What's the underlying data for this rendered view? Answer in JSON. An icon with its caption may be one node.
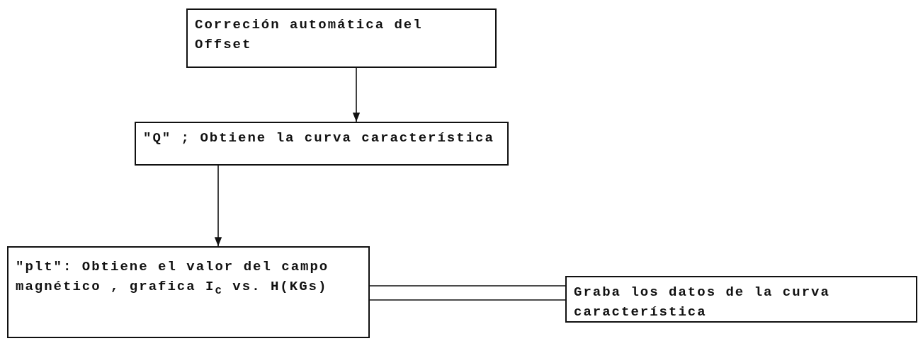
{
  "diagram": {
    "nodes": [
      {
        "text": [
          "Correción automática del Offset"
        ]
      },
      {
        "text": [
          "\"Q\" ; Obtiene la curva característica"
        ]
      },
      {
        "text": [
          "\"plt\": Obtiene el valor del campo magnético , grafica I$_{c}$ vs. H(KGs)"
        ]
      },
      {
        "text": [
          "Graba los datos de la curva característica"
        ]
      }
    ],
    "edges": [
      {
        "from": 0,
        "to": 1,
        "arrow": "to"
      },
      {
        "from": 1,
        "to": 2,
        "arrow": "to"
      },
      {
        "from": 2,
        "to": 3,
        "arrow": "none"
      }
    ]
  }
}
